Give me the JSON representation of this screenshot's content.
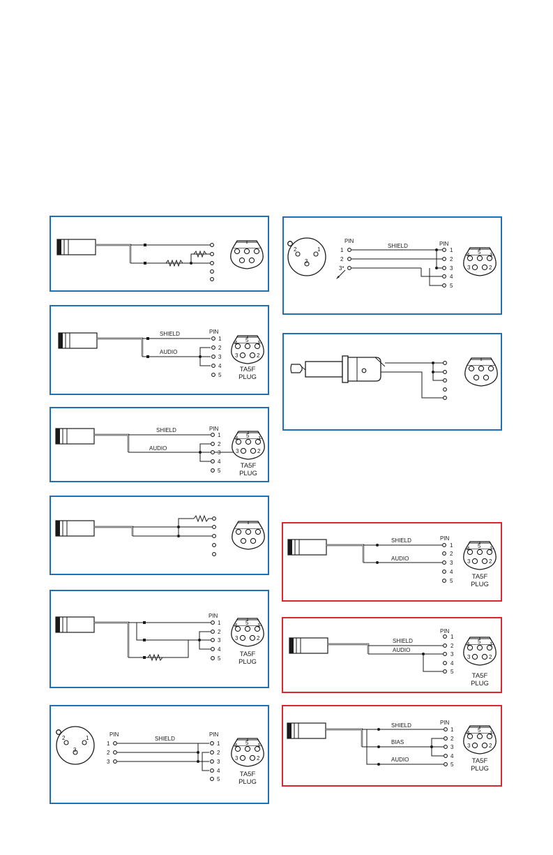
{
  "labels": {
    "pin": "PIN",
    "shield": "SHIELD",
    "audio": "AUDIO",
    "bias": "BIAS",
    "ta5f": "TA5F",
    "plug": "PLUG",
    "n1": "1",
    "n2": "2",
    "n3": "3",
    "n3star": "3*",
    "n4": "4",
    "n5": "5"
  },
  "colors": {
    "blue_frame": "#1f6fb4",
    "red_frame": "#d9272e",
    "wire": "#1a1a1a"
  }
}
